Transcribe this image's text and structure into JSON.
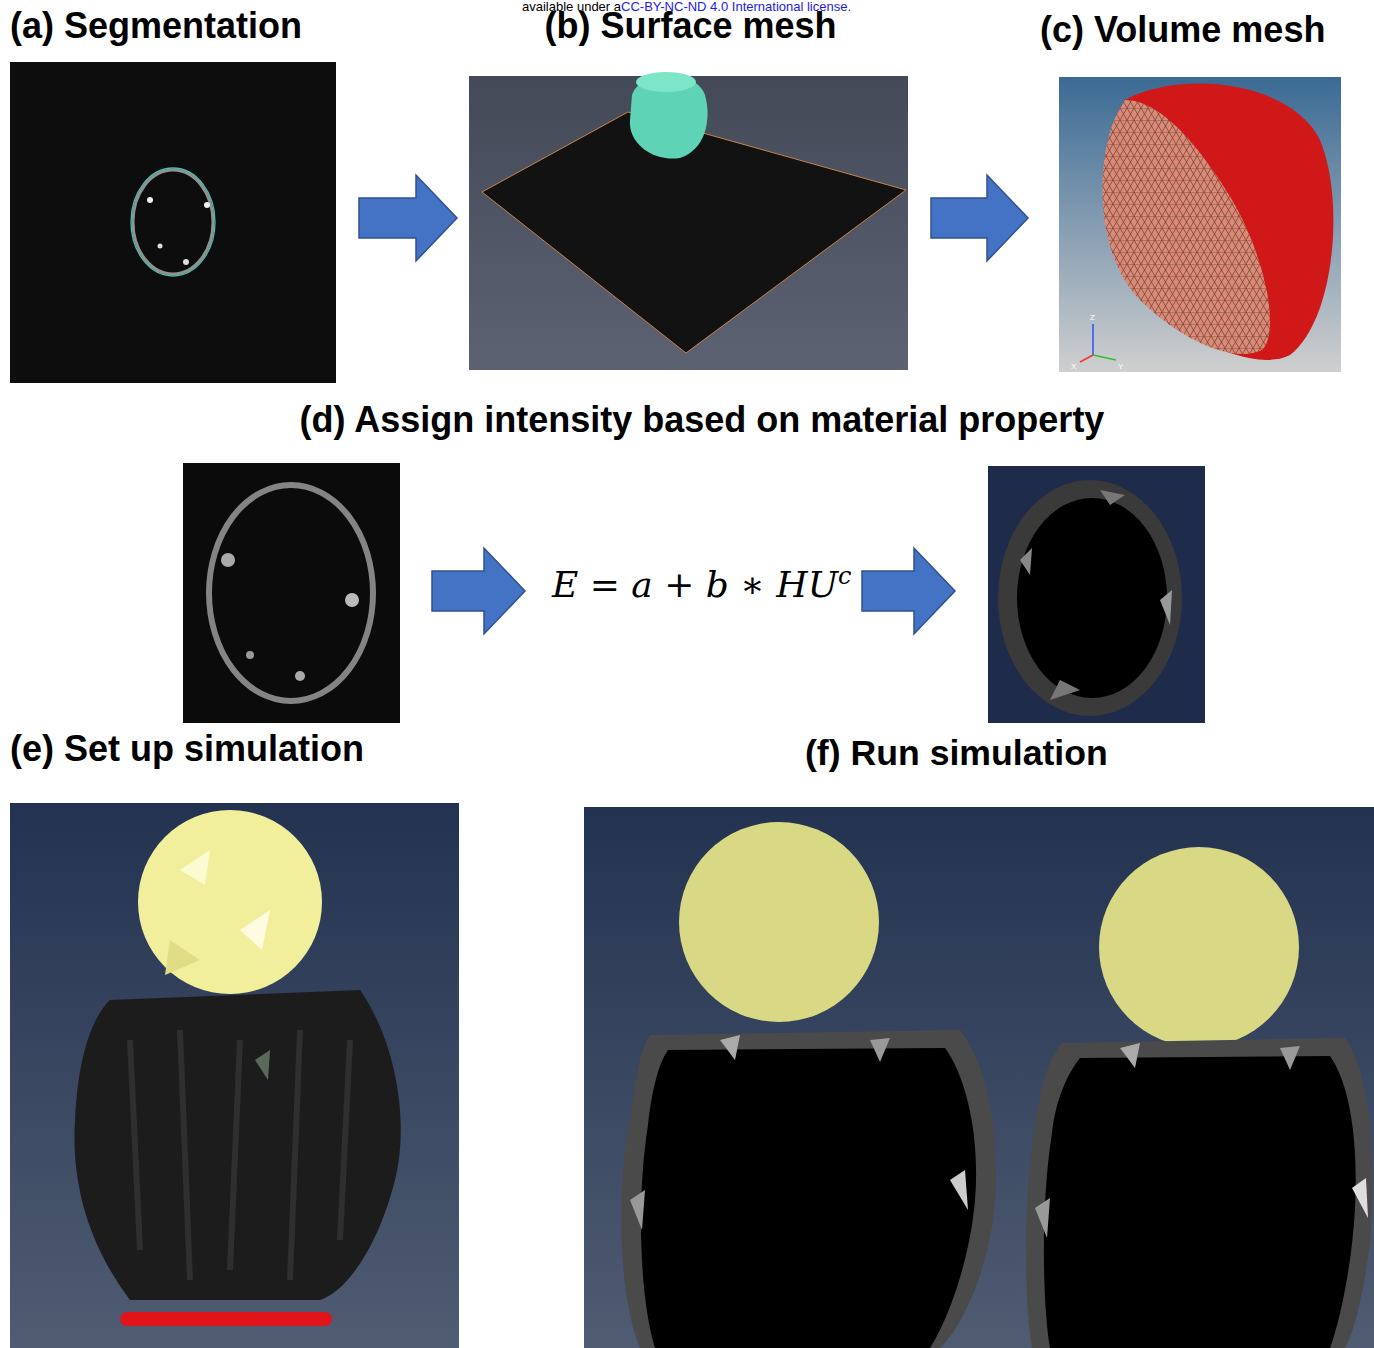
{
  "diagram": {
    "nodes": [
      {
        "text": [
          "(a) Segmentation"
        ]
      },
      {
        "text": [
          "(b) Surface mesh"
        ]
      },
      {
        "text": [
          "(c) Volume mesh"
        ]
      },
      {
        "text": [
          "(d) Assign intensity based on material property"
        ]
      },
      {
        "text": [
          "(e) Set up simulation"
        ]
      },
      {
        "text": [
          "(f) Run simulation"
        ]
      }
    ],
    "edges": [
      {
        "from": 0,
        "to": 1,
        "arrow": "to"
      },
      {
        "from": 1,
        "to": 2,
        "arrow": "to"
      }
    ],
    "labels": [
      "available under a",
      "CC-BY-NC-ND 4.0 International license.",
      "E = a + b ∗ HU",
      "c",
      "Z",
      "X",
      "Y"
    ]
  }
}
